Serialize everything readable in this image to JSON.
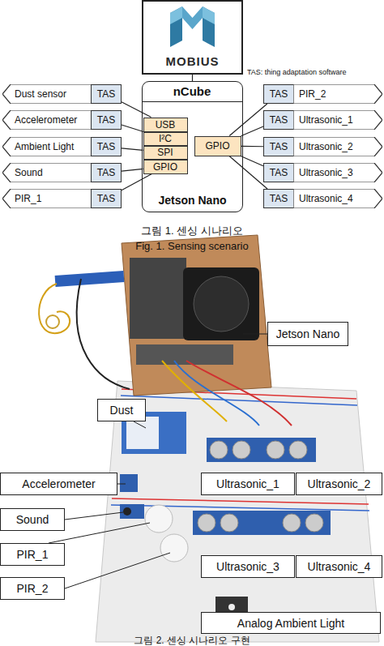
{
  "diagram": {
    "nodes": [
      {
        "text": [
          "MOBIUS"
        ]
      },
      {
        "text": [
          "Jetson Nano"
        ]
      },
      {
        "text": [
          "nCube"
        ],
        "in": 1
      },
      {
        "text": [
          "USB"
        ],
        "in": 1
      },
      {
        "text": [
          "I²C"
        ],
        "in": 1
      },
      {
        "text": [
          "SPI"
        ],
        "in": 1
      },
      {
        "text": [
          "GPIO"
        ],
        "in": 1
      },
      {
        "text": [
          "GPIO"
        ],
        "in": 1
      },
      {
        "text": [
          "Dust sensor"
        ]
      },
      {
        "text": [
          "TAS"
        ]
      },
      {
        "text": [
          "Accelerometer"
        ]
      },
      {
        "text": [
          "TAS"
        ]
      },
      {
        "text": [
          "Ambient Light"
        ]
      },
      {
        "text": [
          "TAS"
        ]
      },
      {
        "text": [
          "Sound"
        ]
      },
      {
        "text": [
          "TAS"
        ]
      },
      {
        "text": [
          "PIR_1"
        ]
      },
      {
        "text": [
          "TAS"
        ]
      },
      {
        "text": [
          "TAS"
        ]
      },
      {
        "text": [
          "PIR_2"
        ]
      },
      {
        "text": [
          "TAS"
        ]
      },
      {
        "text": [
          "Ultrasonic_1"
        ]
      },
      {
        "text": [
          "TAS"
        ]
      },
      {
        "text": [
          "Ultrasonic_2"
        ]
      },
      {
        "text": [
          "TAS"
        ]
      },
      {
        "text": [
          "Ultrasonic_3"
        ]
      },
      {
        "text": [
          "TAS"
        ]
      },
      {
        "text": [
          "Ultrasonic_4"
        ]
      },
      {
        "text": [
          "Jetson Nano"
        ]
      },
      {
        "text": [
          "Dust"
        ]
      },
      {
        "text": [
          "Accelerometer"
        ]
      },
      {
        "text": [
          "Ultrasonic_1"
        ]
      },
      {
        "text": [
          "Ultrasonic_2"
        ]
      },
      {
        "text": [
          "Sound"
        ]
      },
      {
        "text": [
          "PIR_1"
        ]
      },
      {
        "text": [
          "Ultrasonic_3"
        ]
      },
      {
        "text": [
          "Ultrasonic_4"
        ]
      },
      {
        "text": [
          "PIR_2"
        ]
      },
      {
        "text": [
          "Analog Ambient Light"
        ]
      }
    ],
    "edges": [
      {
        "from": 0,
        "to": 1,
        "arrow": "none"
      },
      {
        "from": 9,
        "to": 3,
        "arrow": "none"
      },
      {
        "from": 11,
        "to": 4,
        "arrow": "none"
      },
      {
        "from": 13,
        "to": 5,
        "arrow": "none"
      },
      {
        "from": 15,
        "to": 6,
        "arrow": "none"
      },
      {
        "from": 17,
        "to": 6,
        "arrow": "none"
      },
      {
        "from": 7,
        "to": 18,
        "arrow": "none"
      },
      {
        "from": 7,
        "to": 20,
        "arrow": "none"
      },
      {
        "from": 7,
        "to": 22,
        "arrow": "none"
      },
      {
        "from": 7,
        "to": 24,
        "arrow": "none"
      },
      {
        "from": 7,
        "to": 26,
        "arrow": "none"
      }
    ],
    "labels": [
      "TAS: thing adaptation software",
      "그림 1. 센싱 시나리오",
      "Fig. 1. Sensing scenario",
      "그림 2. 센싱 시나리오 구현"
    ]
  }
}
